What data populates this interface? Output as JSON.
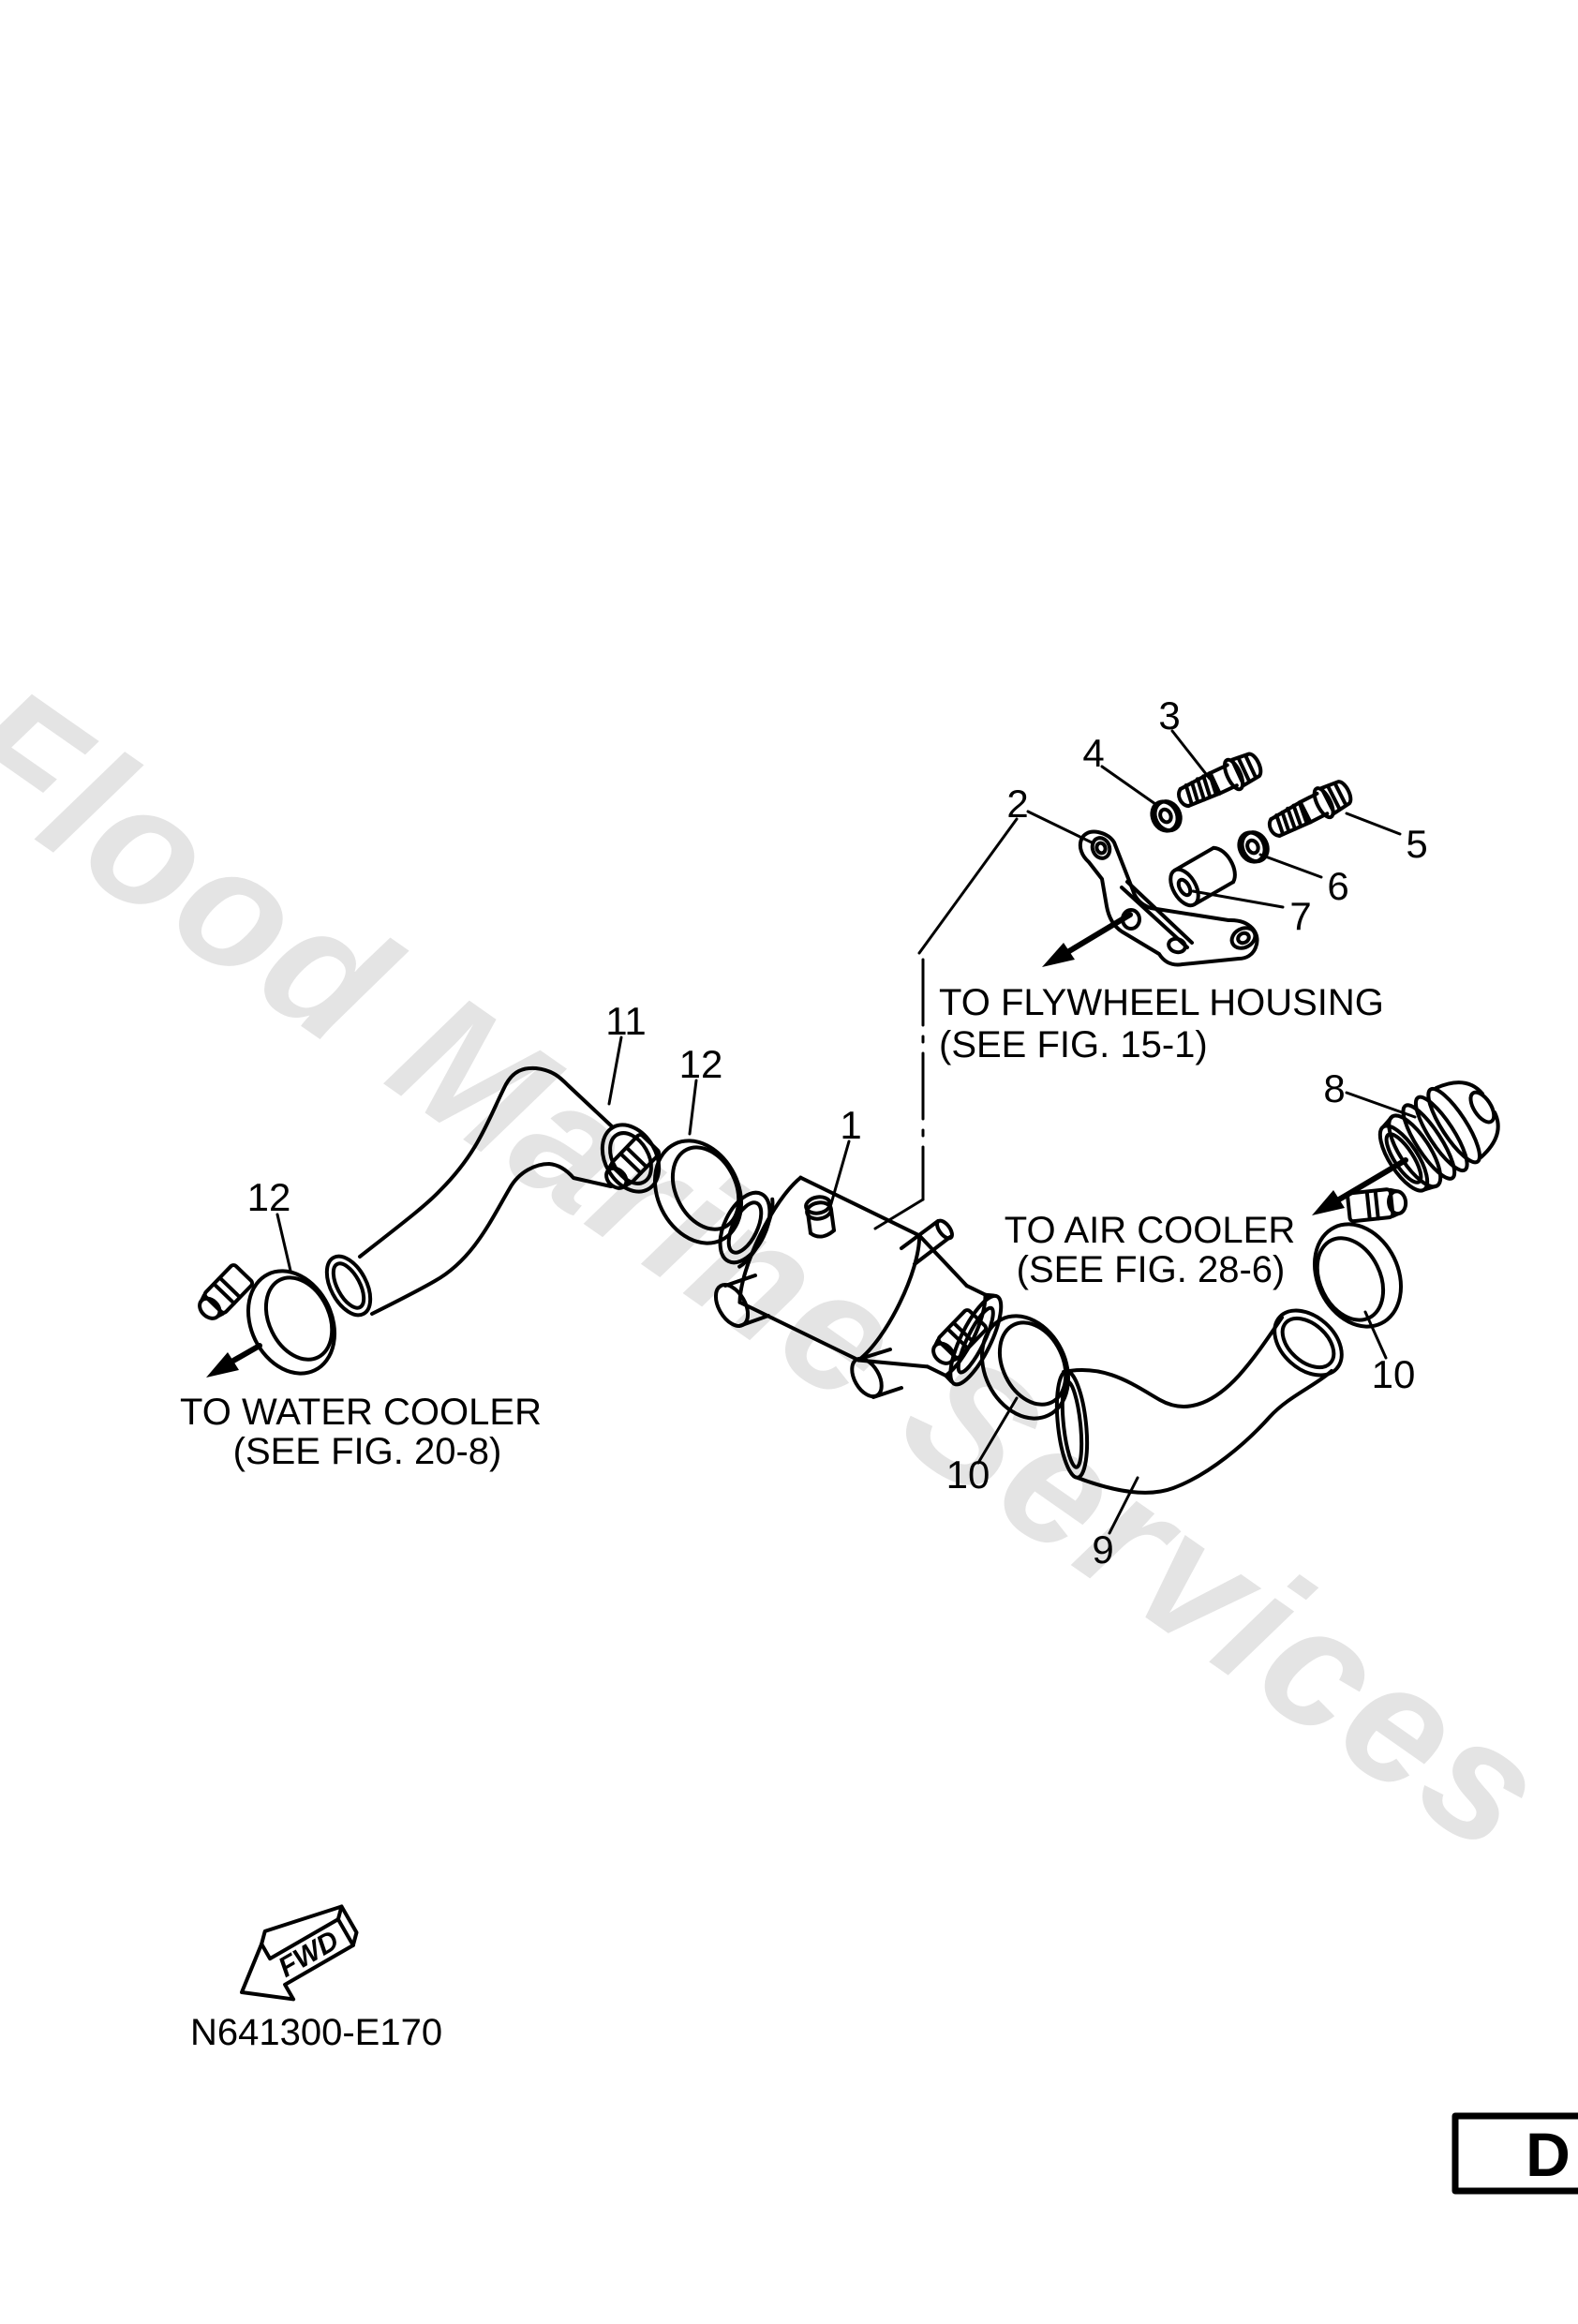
{
  "watermark": "Flood Marine Services",
  "figure": {
    "drawing_number": "N641300-E170",
    "page_letter": "D",
    "fwd_label": "FWD"
  },
  "colors": {
    "line": "#000000",
    "text": "#000000",
    "watermark": "#e4e4e4",
    "background": "#ffffff"
  },
  "callouts": [
    "1",
    "2",
    "3",
    "4",
    "5",
    "6",
    "7",
    "8",
    "9",
    "10",
    "10",
    "11",
    "12",
    "12"
  ],
  "notes": {
    "flywheel_housing": {
      "line1": "TO FLYWHEEL HOUSING",
      "line2": "(SEE FIG. 15-1)"
    },
    "air_cooler": {
      "line1": "TO AIR COOLER",
      "line2": "(SEE FIG. 28-6)"
    },
    "water_cooler": {
      "line1": "TO WATER COOLER",
      "line2": "(SEE FIG. 20-8)"
    }
  }
}
